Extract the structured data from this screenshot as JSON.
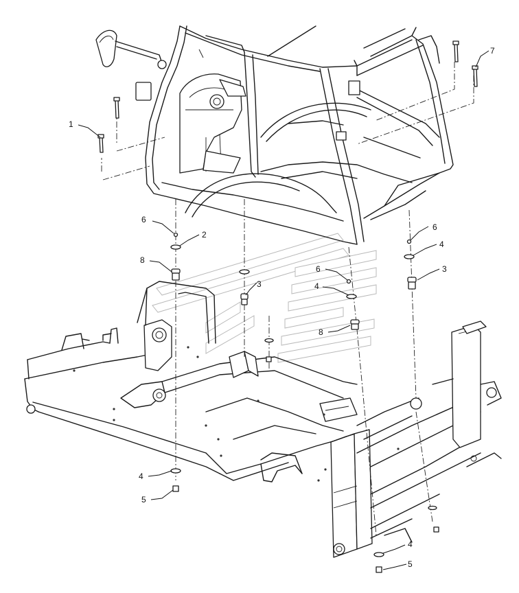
{
  "callouts": [
    {
      "id": "c1",
      "text": "1"
    },
    {
      "id": "c7",
      "text": "7"
    },
    {
      "id": "c6a",
      "text": "6"
    },
    {
      "id": "c2",
      "text": "2"
    },
    {
      "id": "c8a",
      "text": "8"
    },
    {
      "id": "c3a",
      "text": "3"
    },
    {
      "id": "c6b",
      "text": "6"
    },
    {
      "id": "c4a",
      "text": "4"
    },
    {
      "id": "c8b",
      "text": "8"
    },
    {
      "id": "c6c",
      "text": "6"
    },
    {
      "id": "c4b",
      "text": "4"
    },
    {
      "id": "c3b",
      "text": "3"
    },
    {
      "id": "c4c",
      "text": "4"
    },
    {
      "id": "c5a",
      "text": "5"
    },
    {
      "id": "c4d",
      "text": "4"
    },
    {
      "id": "c5b",
      "text": "5"
    }
  ],
  "icons": {
    "watermark": "brand-logo-icon",
    "mirror": "mirror-icon"
  }
}
